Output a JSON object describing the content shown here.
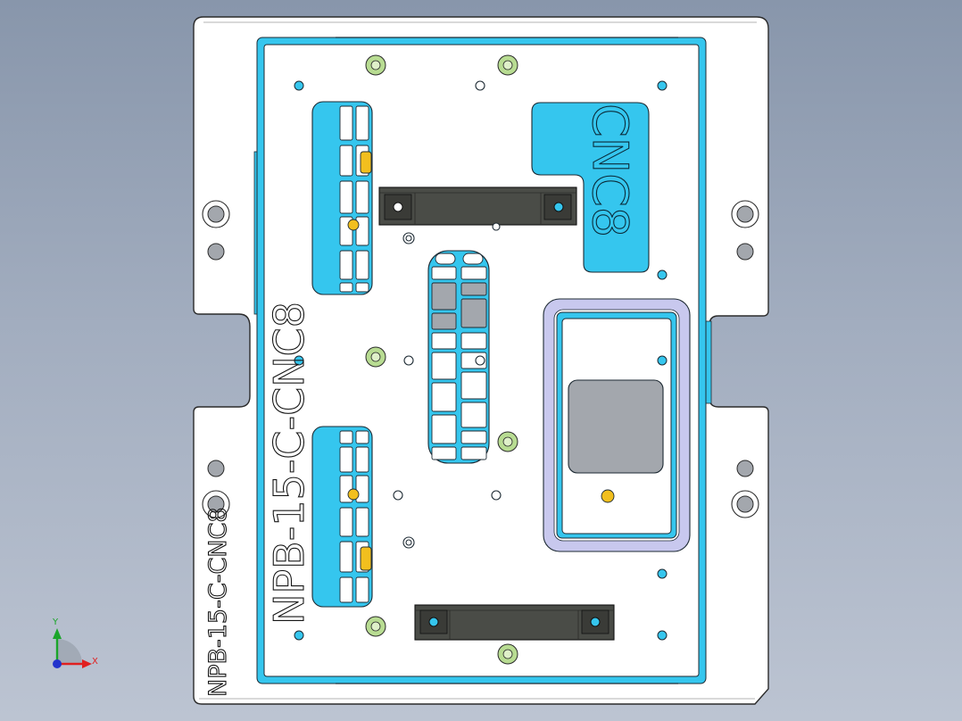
{
  "part": {
    "engraving_large": "NPB-15-C-CNC8",
    "engraving_edge": "NPB-15-C-CNC8",
    "engraving_pocket": "CNC8"
  },
  "triad": {
    "x_label": "X",
    "y_label": "Y"
  },
  "colors": {
    "background_top": "#8896ab",
    "background_bottom": "#bcc4d2",
    "plate": "#ffffff",
    "cyan": "#35c6ee",
    "clamp": "#4a4c47",
    "gray_cut": "#a3a7ad",
    "pin_green": "#b8dc92",
    "pin_yellow": "#f2bf1e",
    "lavender": "#c8c8ee"
  }
}
